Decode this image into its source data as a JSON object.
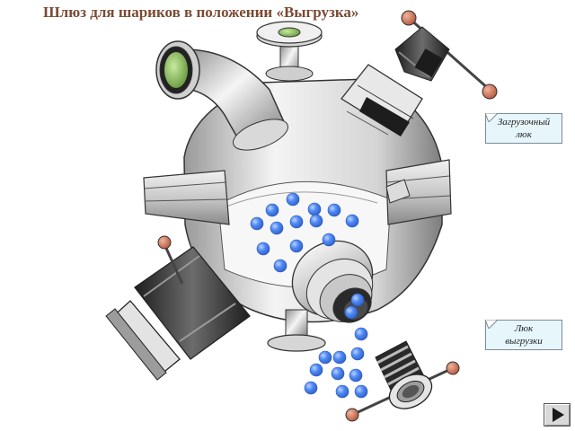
{
  "title": "Шлюз для шариков в положении «Выгрузка»",
  "labels": {
    "load_hatch": [
      "Загрузочный",
      "люк"
    ],
    "unload_hatch": [
      "Люк",
      "выгрузки"
    ]
  },
  "colors": {
    "title": "#7a4a33",
    "ball": "#3d7bef",
    "ball_highlight": "#bcd4ff",
    "metal_light": "#e9e9e9",
    "metal_mid": "#b8b8b8",
    "metal_dark": "#3a3a3a",
    "handle_ball": "#d77b5e",
    "window_green": "#9bd06e",
    "callout_bg": "#e6f6fb"
  },
  "nav": {
    "icon": "next-arrow-icon"
  }
}
